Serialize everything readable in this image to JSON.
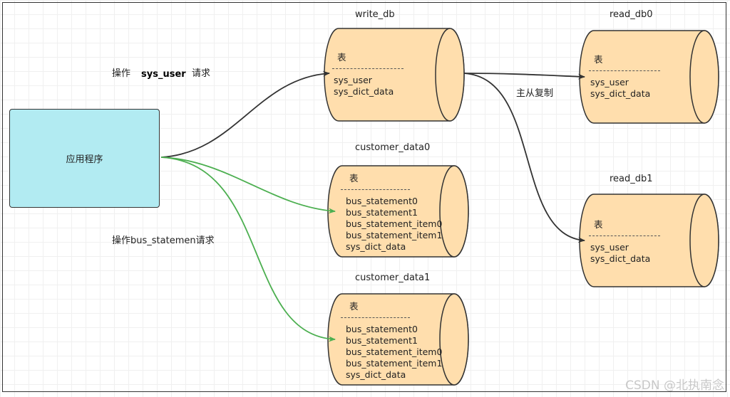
{
  "app": {
    "label": "应用程序"
  },
  "requests": {
    "write_prefix": "操作",
    "write_table": "sys_user",
    "write_suffix": "请求",
    "bus": "操作bus_statemen请求"
  },
  "replication_label": "主从复制",
  "databases": {
    "write_db": {
      "title": "write_db",
      "header": "表",
      "tables": [
        "sys_user",
        "sys_dict_data"
      ]
    },
    "read_db0": {
      "title": "read_db0",
      "header": "表",
      "tables": [
        "sys_user",
        "sys_dict_data"
      ]
    },
    "read_db1": {
      "title": "read_db1",
      "header": "表",
      "tables": [
        "sys_user",
        "sys_dict_data"
      ]
    },
    "customer_data0": {
      "title": "customer_data0",
      "header": "表",
      "tables": [
        "bus_statement0",
        "bus_statement1",
        "bus_statement_item0",
        "bus_statement_item1",
        "sys_dict_data"
      ]
    },
    "customer_data1": {
      "title": "customer_data1",
      "header": "表",
      "tables": [
        "bus_statement0",
        "bus_statement1",
        "bus_statement_item0",
        "bus_statement_item1",
        "sys_dict_data"
      ]
    }
  },
  "colors": {
    "db_fill": "#ffdead",
    "app_fill": "#b2ebf2",
    "black_arrow": "#333333",
    "green_arrow": "#4caf50"
  },
  "watermark": "CSDN @北执南念"
}
